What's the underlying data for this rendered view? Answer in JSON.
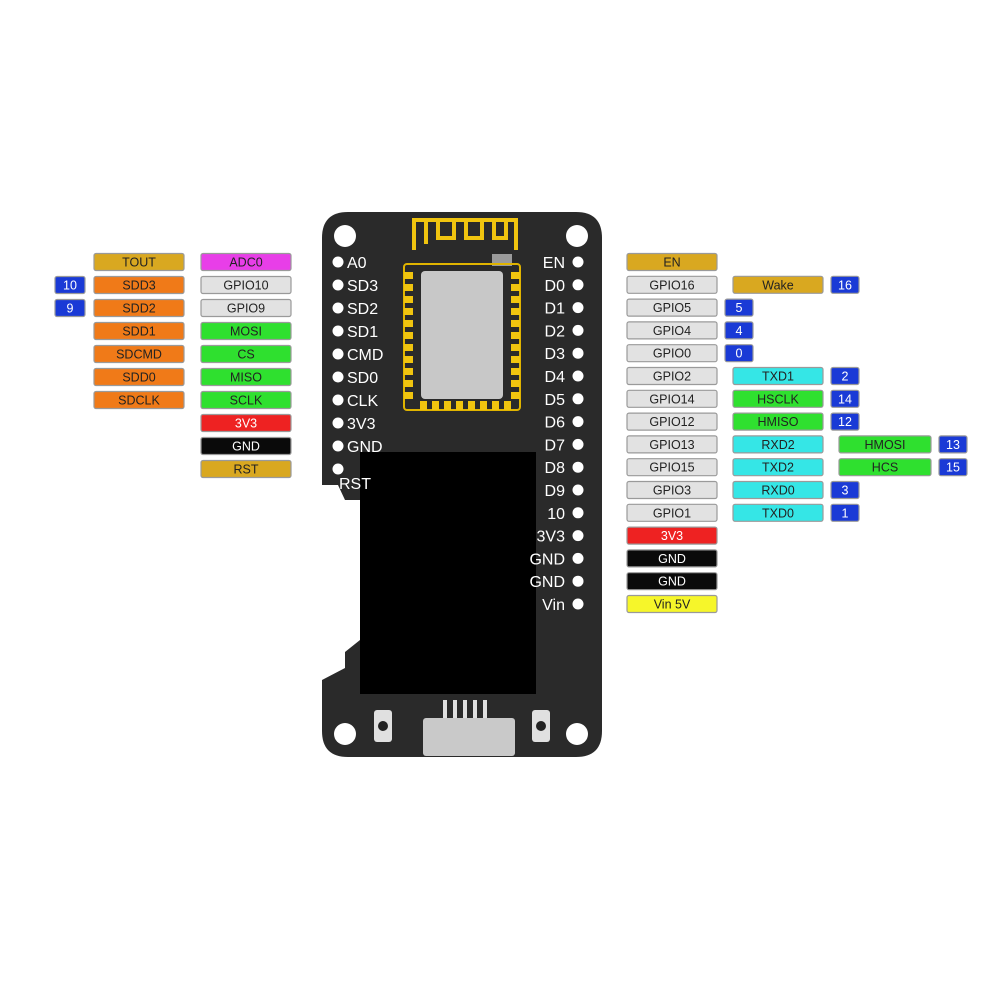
{
  "colors": {
    "tout": "#d9a820",
    "sdd": "#f07a18",
    "gpio": "#e2e2e2",
    "adc": "#e83ee8",
    "spi": "#2fe02f",
    "power": "#ee2222",
    "ground": "#0a0a0a",
    "reset": "#d9a820",
    "uart": "#35e6e6",
    "number": "#1a3ad6",
    "vin": "#f6f62a",
    "board": "#2a2a2a",
    "screen": "#000000",
    "antenna": "#f0c40f"
  },
  "left_pins": [
    {
      "pin": "A0",
      "tags": [
        {
          "text": "ADC0",
          "type": "adc"
        },
        {
          "text": "TOUT",
          "type": "tout"
        }
      ]
    },
    {
      "pin": "SD3",
      "tags": [
        {
          "text": "GPIO10",
          "type": "gpio"
        },
        {
          "text": "SDD3",
          "type": "sdd"
        },
        {
          "text": "10",
          "type": "number"
        }
      ]
    },
    {
      "pin": "SD2",
      "tags": [
        {
          "text": "GPIO9",
          "type": "gpio"
        },
        {
          "text": "SDD2",
          "type": "sdd"
        },
        {
          "text": "9",
          "type": "number"
        }
      ]
    },
    {
      "pin": "SD1",
      "tags": [
        {
          "text": "MOSI",
          "type": "spi"
        },
        {
          "text": "SDD1",
          "type": "sdd"
        }
      ]
    },
    {
      "pin": "CMD",
      "tags": [
        {
          "text": "CS",
          "type": "spi"
        },
        {
          "text": "SDCMD",
          "type": "sdd"
        }
      ]
    },
    {
      "pin": "SD0",
      "tags": [
        {
          "text": "MISO",
          "type": "spi"
        },
        {
          "text": "SDD0",
          "type": "sdd"
        }
      ]
    },
    {
      "pin": "CLK",
      "tags": [
        {
          "text": "SCLK",
          "type": "spi"
        },
        {
          "text": "SDCLK",
          "type": "sdd"
        }
      ]
    },
    {
      "pin": "3V3",
      "tags": [
        {
          "text": "3V3",
          "type": "power"
        }
      ]
    },
    {
      "pin": "GND",
      "tags": [
        {
          "text": "GND",
          "type": "ground"
        }
      ]
    },
    {
      "pin": "RST",
      "tags": [
        {
          "text": "RST",
          "type": "reset"
        }
      ]
    }
  ],
  "right_pins": [
    {
      "pin": "EN",
      "tags": [
        {
          "text": "EN",
          "type": "tout"
        }
      ]
    },
    {
      "pin": "D0",
      "tags": [
        {
          "text": "GPIO16",
          "type": "gpio"
        },
        {
          "text": "Wake",
          "type": "tout"
        },
        {
          "text": "16",
          "type": "number"
        }
      ]
    },
    {
      "pin": "D1",
      "tags": [
        {
          "text": "GPIO5",
          "type": "gpio"
        },
        {
          "text": "5",
          "type": "number"
        }
      ]
    },
    {
      "pin": "D2",
      "tags": [
        {
          "text": "GPIO4",
          "type": "gpio"
        },
        {
          "text": "4",
          "type": "number"
        }
      ]
    },
    {
      "pin": "D3",
      "tags": [
        {
          "text": "GPIO0",
          "type": "gpio"
        },
        {
          "text": "0",
          "type": "number"
        }
      ]
    },
    {
      "pin": "D4",
      "tags": [
        {
          "text": "GPIO2",
          "type": "gpio"
        },
        {
          "text": "TXD1",
          "type": "uart"
        },
        {
          "text": "2",
          "type": "number"
        }
      ]
    },
    {
      "pin": "D5",
      "tags": [
        {
          "text": "GPIO14",
          "type": "gpio"
        },
        {
          "text": "HSCLK",
          "type": "spi"
        },
        {
          "text": "14",
          "type": "number"
        }
      ]
    },
    {
      "pin": "D6",
      "tags": [
        {
          "text": "GPIO12",
          "type": "gpio"
        },
        {
          "text": "HMISO",
          "type": "spi"
        },
        {
          "text": "12",
          "type": "number"
        }
      ]
    },
    {
      "pin": "D7",
      "tags": [
        {
          "text": "GPIO13",
          "type": "gpio"
        },
        {
          "text": "RXD2",
          "type": "uart"
        },
        {
          "text": "HMOSI",
          "type": "spi"
        },
        {
          "text": "13",
          "type": "number"
        }
      ]
    },
    {
      "pin": "D8",
      "tags": [
        {
          "text": "GPIO15",
          "type": "gpio"
        },
        {
          "text": "TXD2",
          "type": "uart"
        },
        {
          "text": "HCS",
          "type": "spi"
        },
        {
          "text": "15",
          "type": "number"
        }
      ]
    },
    {
      "pin": "D9",
      "tags": [
        {
          "text": "GPIO3",
          "type": "gpio"
        },
        {
          "text": "RXD0",
          "type": "uart"
        },
        {
          "text": "3",
          "type": "number"
        }
      ]
    },
    {
      "pin": "10",
      "tags": [
        {
          "text": "GPIO1",
          "type": "gpio"
        },
        {
          "text": "TXD0",
          "type": "uart"
        },
        {
          "text": "1",
          "type": "number"
        }
      ]
    },
    {
      "pin": "3V3",
      "tags": [
        {
          "text": "3V3",
          "type": "power"
        }
      ]
    },
    {
      "pin": "GND",
      "tags": [
        {
          "text": "GND",
          "type": "ground"
        }
      ]
    },
    {
      "pin": "GND",
      "tags": [
        {
          "text": "GND",
          "type": "ground"
        }
      ]
    },
    {
      "pin": "Vin",
      "tags": [
        {
          "text": "Vin 5V",
          "type": "vin"
        }
      ]
    }
  ]
}
